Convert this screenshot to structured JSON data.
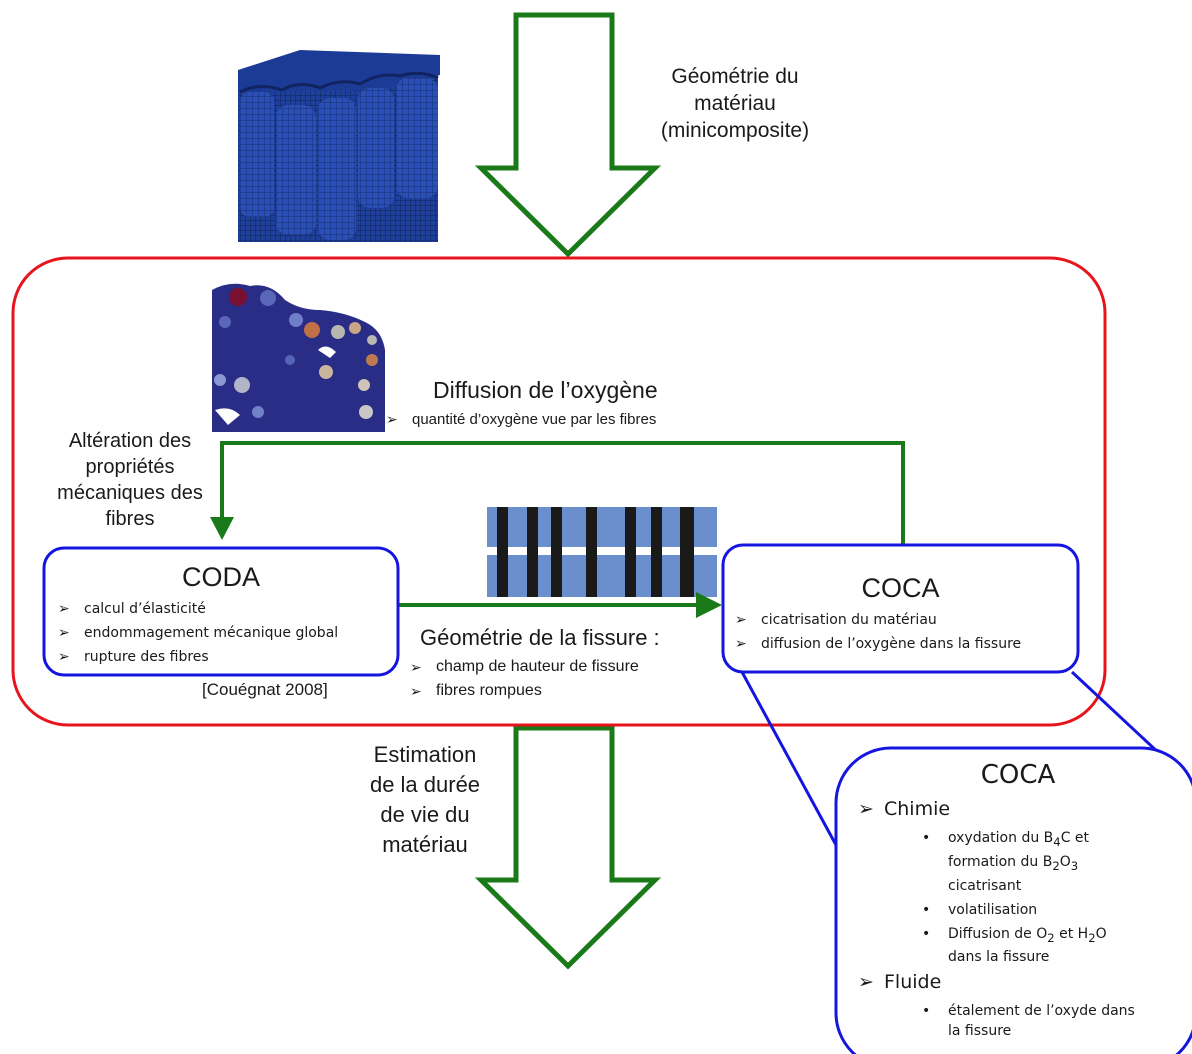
{
  "top_arrow_label": [
    "Géométrie du",
    "matériau",
    "(minicomposite)"
  ],
  "oxygen_diffusion": {
    "title": "Diffusion de l’oxygène",
    "item": "quantité d’oxygène vue par les fibres"
  },
  "alteration_label": [
    "Altération des",
    "propriétés",
    "mécaniques des",
    "fibres"
  ],
  "coda": {
    "title": "CODA",
    "items": [
      "calcul d’élasticité",
      "endommagement mécanique global",
      "rupture des fibres"
    ],
    "reference": "[Couégnat 2008]"
  },
  "coca": {
    "title": "COCA",
    "items": [
      "cicatrisation du matériau",
      "diffusion de l’oxygène dans la fissure"
    ]
  },
  "crack_geometry": {
    "title": "Géométrie de la fissure :",
    "items": [
      "champ de hauteur de fissure",
      "fibres rompues"
    ]
  },
  "bottom_arrow_label": [
    "Estimation",
    "de la durée",
    "de vie du",
    "matériau"
  ],
  "coca_detail": {
    "title": "COCA",
    "sections": [
      {
        "name": "Chimie",
        "items": [
          {
            "parts": [
              "oxydation du B",
              "4",
              "C et formation du B",
              "2",
              "O",
              "3",
              " cicatrisant"
            ]
          },
          {
            "parts": [
              "volatilisation"
            ]
          },
          {
            "parts": [
              "Diffusion de O",
              "2",
              " et H",
              "2",
              "O dans la fissure"
            ]
          }
        ]
      },
      {
        "name": "Fluide",
        "items": [
          {
            "parts": [
              "étalement de l’oxyde dans la fissure"
            ]
          }
        ]
      }
    ]
  },
  "colors": {
    "green_arrow": "#1a7a1a",
    "main_border": "#e8141b",
    "box_border": "#1515e0",
    "mesh_blue": "#2a4fb8",
    "fiber_dark": "#1a1a1a",
    "fiber_blue": "#6b8fcc"
  },
  "icons": [
    "minicomposite-mesh-image",
    "oxygen-diffusion-map-image",
    "crack-fiber-image"
  ]
}
